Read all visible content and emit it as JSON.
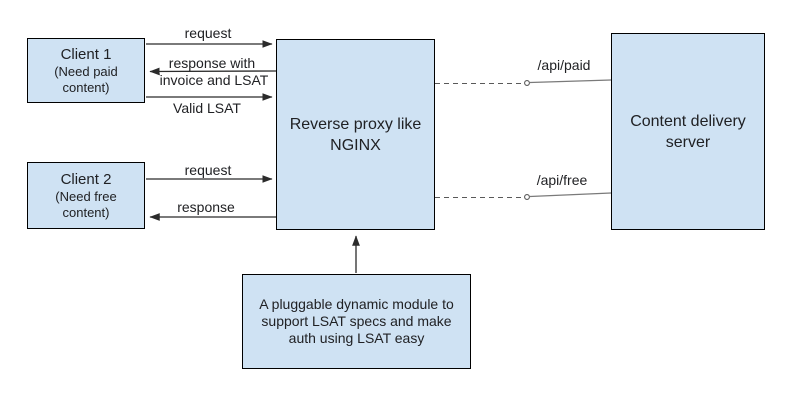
{
  "colors": {
    "background": "#ffffff",
    "node_fill": "#cfe2f3",
    "node_border": "#000000",
    "text": "#202124",
    "arrow_stroke": "#2b2b2b",
    "dashed_stroke": "#595959",
    "solid_link_stroke": "#7a7a7a"
  },
  "nodes": {
    "client1": {
      "title": "Client 1",
      "subtitle": "(Need paid content)"
    },
    "client2": {
      "title": "Client 2",
      "subtitle": "(Need free content)"
    },
    "proxy": {
      "label": "Reverse proxy like NGINX"
    },
    "server": {
      "label": "Content delivery server"
    },
    "module": {
      "label": "A pluggable dynamic module to support LSAT specs and make auth using LSAT easy"
    }
  },
  "edges": {
    "c1_request": "request",
    "c1_response_line1": "response with",
    "c1_response_line2": "invoice and LSAT",
    "c1_valid_lsat": "Valid LSAT",
    "c2_request": "request",
    "c2_response": "response",
    "api_paid": "/api/paid",
    "api_free": "/api/free"
  }
}
